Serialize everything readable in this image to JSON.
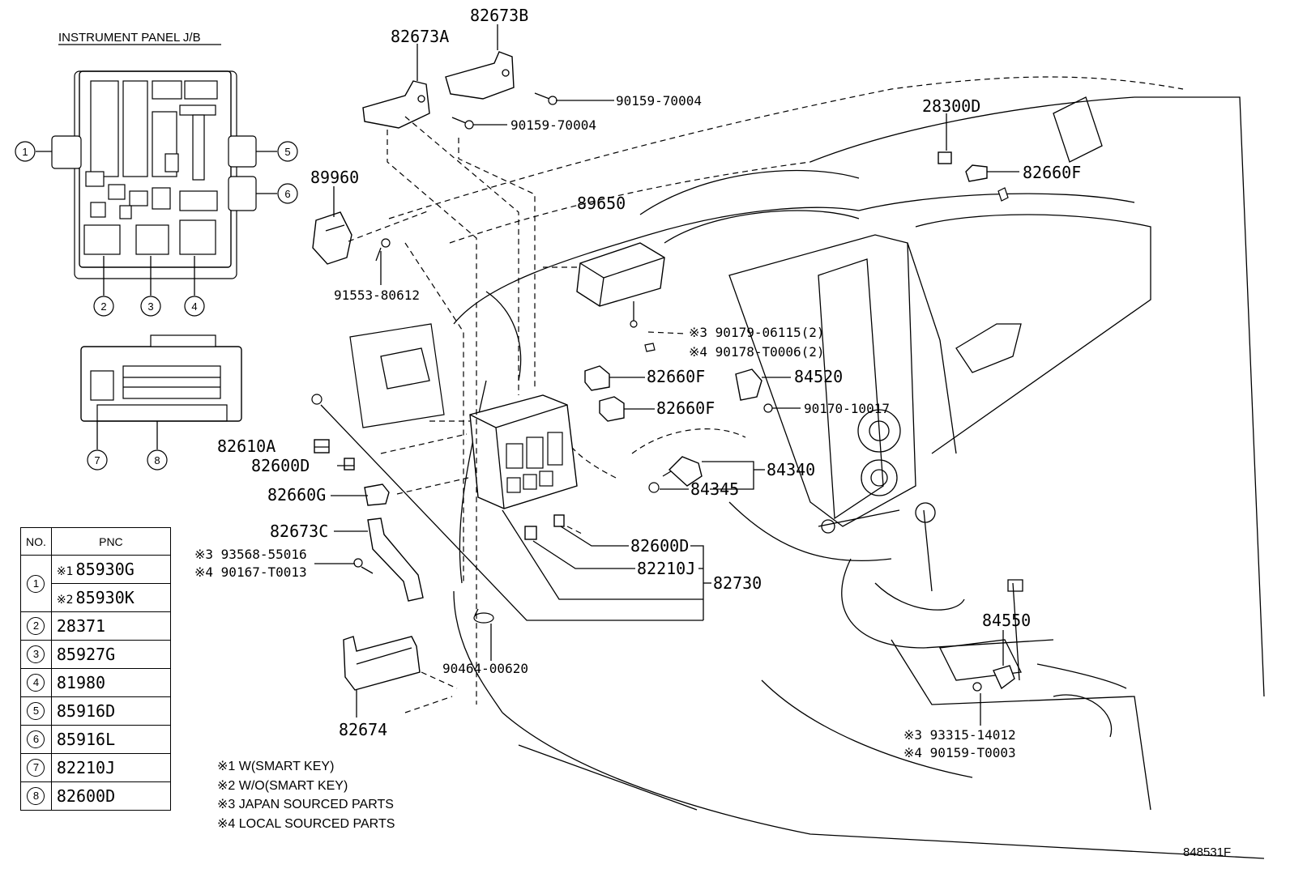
{
  "title": "INSTRUMENT PANEL J/B",
  "drawing_id": "848531F",
  "callout_numbers": [
    "1",
    "2",
    "3",
    "4",
    "5",
    "6",
    "7",
    "8"
  ],
  "labels": {
    "p82673B": "82673B",
    "p82673A": "82673A",
    "p90159a": "90159-70004",
    "p90159b": "90159-70004",
    "p28300D": "28300D",
    "p82660F_top": "82660F",
    "p89960": "89960",
    "p89650": "89650",
    "p91553": "91553-80612",
    "p90179": "※3 90179-06115(2)",
    "p90178": "※4 90178-T0006(2)",
    "p82660F_a": "82660F",
    "p84520": "84520",
    "p82660F_b": "82660F",
    "p90170": "90170-10017",
    "p82610A": "82610A",
    "p82600D_a": "82600D",
    "p84340": "84340",
    "p84345": "84345",
    "p82660G": "82660G",
    "p82673C": "82673C",
    "p93568": "※3 93568-55016",
    "p90167": "※4 90167-T0013",
    "p82600D_b": "82600D",
    "p82210J": "82210J",
    "p82730": "82730",
    "p84550": "84550",
    "p90464": "90464-00620",
    "p82674": "82674",
    "p93315": "※3 93315-14012",
    "p90159T": "※4 90159-T0003"
  },
  "table": {
    "headers": [
      "NO.",
      "PNC"
    ],
    "rows": [
      {
        "no": "1",
        "note": "※1",
        "pnc": "85930G"
      },
      {
        "no": "",
        "note": "※2",
        "pnc": "85930K"
      },
      {
        "no": "2",
        "note": "",
        "pnc": "28371"
      },
      {
        "no": "3",
        "note": "",
        "pnc": "85927G"
      },
      {
        "no": "4",
        "note": "",
        "pnc": "81980"
      },
      {
        "no": "5",
        "note": "",
        "pnc": "85916D"
      },
      {
        "no": "6",
        "note": "",
        "pnc": "85916L"
      },
      {
        "no": "7",
        "note": "",
        "pnc": "82210J"
      },
      {
        "no": "8",
        "note": "",
        "pnc": "82600D"
      }
    ]
  },
  "notes": [
    "※1 W(SMART KEY)",
    "※2 W/O(SMART KEY)",
    "※3 JAPAN SOURCED PARTS",
    "※4 LOCAL SOURCED PARTS"
  ]
}
